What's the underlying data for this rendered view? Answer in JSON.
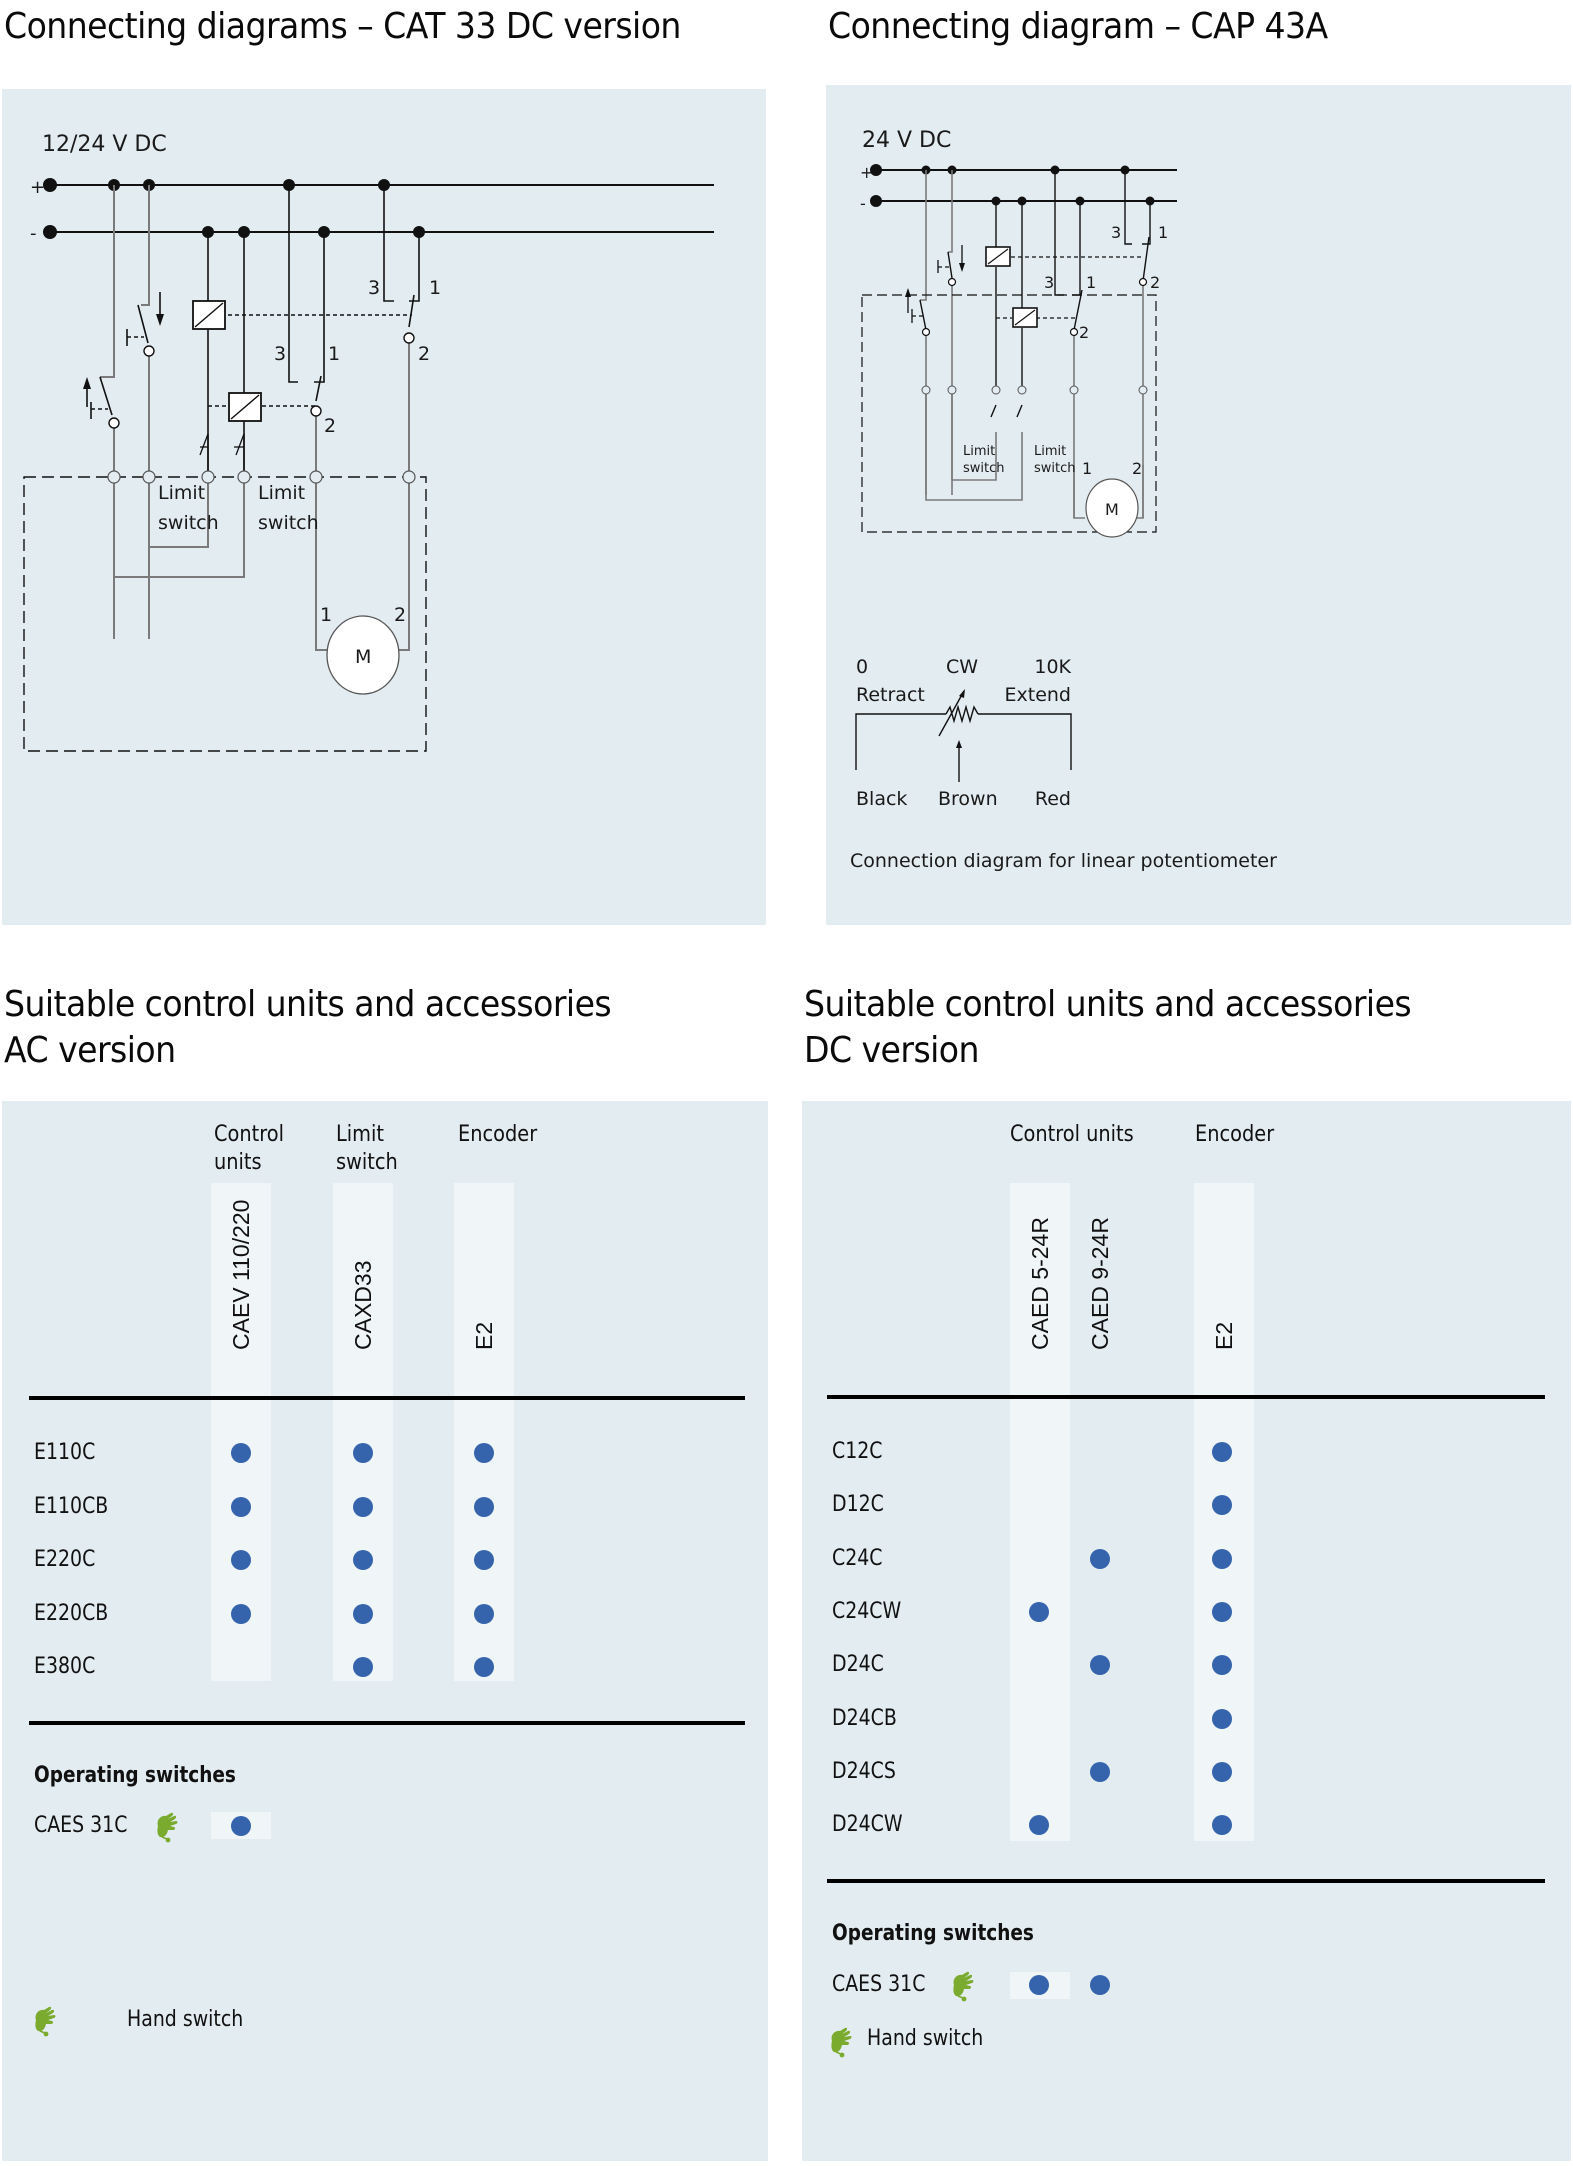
{
  "titles": {
    "cat33": "Connecting diagrams – CAT 33 DC version",
    "cap43a": "Connecting diagram – CAP 43A",
    "ac_line1": "Suitable control units and accessories",
    "ac_line2": "AC version",
    "dc_line1": "Suitable control units and accessories",
    "dc_line2": "DC version"
  },
  "cat33_diagram": {
    "voltage": "12/24 V DC",
    "plus": "+",
    "minus": "-",
    "contact_3a": "3",
    "contact_1a": "1",
    "contact_2a": "2",
    "contact_3b": "3",
    "contact_1b": "1",
    "contact_2b": "2",
    "limit_switch_1_line1": "Limit",
    "limit_switch_1_line2": "switch",
    "limit_switch_2_line1": "Limit",
    "limit_switch_2_line2": "switch",
    "motor_terminal_1": "1",
    "motor_terminal_2": "2",
    "motor": "M"
  },
  "cap43a_diagram": {
    "voltage": "24 V DC",
    "plus": "+",
    "minus": "-",
    "contact_3a": "3",
    "contact_1a": "1",
    "contact_2a": "2",
    "contact_3b": "3",
    "contact_1b": "1",
    "contact_2b": "2",
    "limit_switch_1_line1": "Limit",
    "limit_switch_1_line2": "switch",
    "limit_switch_2_line1": "Limit",
    "limit_switch_2_line2": "switch",
    "motor_terminal_1": "1",
    "motor_terminal_2": "2",
    "motor": "M",
    "pot": {
      "left_value": "0",
      "left_label": "Retract",
      "mid_label": "CW",
      "right_value": "10K",
      "right_label": "Extend",
      "wire_left": "Black",
      "wire_mid": "Brown",
      "wire_right": "Red",
      "caption": "Connection diagram for linear potentiometer"
    }
  },
  "ac_table": {
    "group_headers": [
      {
        "line1": "Control",
        "line2": "units"
      },
      {
        "line1": "Limit",
        "line2": "switch"
      },
      {
        "line1": "Encoder",
        "line2": ""
      }
    ],
    "columns": [
      "CAEV 110/220",
      "CAXD33",
      "E2"
    ],
    "rows": [
      {
        "label": "E110C",
        "marks": [
          true,
          true,
          true
        ]
      },
      {
        "label": "E110CB",
        "marks": [
          true,
          true,
          true
        ]
      },
      {
        "label": "E220C",
        "marks": [
          true,
          true,
          true
        ]
      },
      {
        "label": "E220CB",
        "marks": [
          true,
          true,
          true
        ]
      },
      {
        "label": "E380C",
        "marks": [
          false,
          true,
          true
        ]
      }
    ],
    "operating_switches_title": "Operating switches",
    "operating_switches": [
      {
        "label": "CAES 31C",
        "icon": "hand-switch-icon",
        "marks": [
          true,
          false,
          false
        ]
      }
    ],
    "legend": {
      "icon": "hand-switch-icon",
      "label": "Hand switch"
    }
  },
  "dc_table": {
    "group_headers": [
      {
        "line1": "Control units",
        "line2": ""
      },
      {
        "line1": "Encoder",
        "line2": ""
      }
    ],
    "columns": [
      "CAED 5-24R",
      "CAED 9-24R",
      "E2"
    ],
    "rows": [
      {
        "label": "C12C",
        "marks": [
          false,
          false,
          true
        ]
      },
      {
        "label": "D12C",
        "marks": [
          false,
          false,
          true
        ]
      },
      {
        "label": "C24C",
        "marks": [
          false,
          true,
          true
        ]
      },
      {
        "label": "C24CW",
        "marks": [
          true,
          false,
          true
        ]
      },
      {
        "label": "D24C",
        "marks": [
          false,
          true,
          true
        ]
      },
      {
        "label": "D24CB",
        "marks": [
          false,
          false,
          true
        ]
      },
      {
        "label": "D24CS",
        "marks": [
          false,
          true,
          true
        ]
      },
      {
        "label": "D24CW",
        "marks": [
          true,
          false,
          true
        ]
      }
    ],
    "operating_switches_title": "Operating switches",
    "operating_switches": [
      {
        "label": "CAES 31C",
        "icon": "hand-switch-icon",
        "marks": [
          true,
          true,
          false
        ]
      }
    ],
    "legend": {
      "icon": "hand-switch-icon",
      "label": "Hand switch"
    }
  },
  "colors": {
    "panel_bg": "#e3ecf1",
    "column_stripe": "#f0f5f7",
    "dot": "#3564ad",
    "hand_icon": "#7aab2e"
  }
}
